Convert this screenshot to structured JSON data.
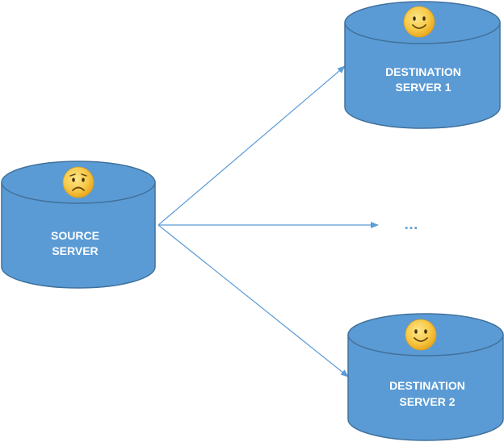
{
  "nodes": {
    "source": {
      "label_line1": "SOURCE",
      "label_line2": "SERVER",
      "emoji_icon": "worried-face-icon"
    },
    "destination1": {
      "label_line1": "DESTINATION",
      "label_line2": "SERVER 1",
      "emoji_icon": "smiling-face-icon"
    },
    "destination2": {
      "label_line1": "DESTINATION",
      "label_line2": "SERVER 2",
      "emoji_icon": "smiling-face-icon"
    }
  },
  "ellipsis": "…",
  "colors": {
    "cylinder_fill": "#5b9bd5",
    "cylinder_stroke": "#41719c",
    "arrow": "#5b9bd5",
    "emoji_face": "#f7c948"
  }
}
